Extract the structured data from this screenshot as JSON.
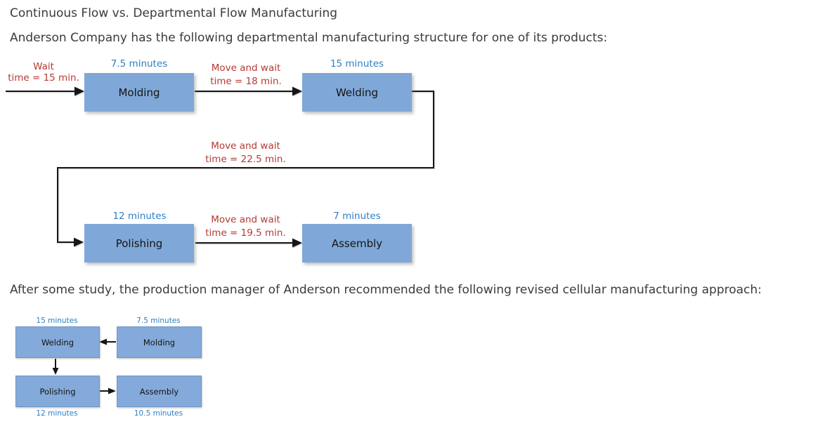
{
  "page": {
    "title": "Continuous Flow vs. Departmental Flow Manufacturing",
    "intro": "Anderson Company has the following departmental manufacturing structure for one of its products:",
    "revised_intro": "After some study, the production manager of Anderson recommended the following revised cellular manufacturing approach:"
  },
  "colors": {
    "box_fill": "#7fa8d8",
    "box_border": "#6d96c6",
    "process_time_text": "#2e7fc4",
    "wait_time_text": "#b43a33",
    "flow_line": "#161616",
    "body_text": "#3b3b3b",
    "background": "#ffffff"
  },
  "departmental_diagram": {
    "wait": {
      "line1": "Wait",
      "line2": "time = 15 min."
    },
    "move1": {
      "line1": "Move and wait",
      "line2": "time = 18 min."
    },
    "move2": {
      "line1": "Move and wait",
      "line2": "time = 22.5 min."
    },
    "move3": {
      "line1": "Move and wait",
      "line2": "time = 19.5 min."
    },
    "molding": {
      "label": "Molding",
      "time": "7.5 minutes"
    },
    "welding": {
      "label": "Welding",
      "time": "15 minutes"
    },
    "polishing": {
      "label": "Polishing",
      "time": "12 minutes"
    },
    "assembly": {
      "label": "Assembly",
      "time": "7 minutes"
    }
  },
  "cellular_diagram": {
    "welding": {
      "label": "Welding",
      "time": "15 minutes"
    },
    "molding": {
      "label": "Molding",
      "time": "7.5 minutes"
    },
    "polishing": {
      "label": "Polishing",
      "time": "12 minutes"
    },
    "assembly": {
      "label": "Assembly",
      "time": "10.5 minutes"
    }
  }
}
